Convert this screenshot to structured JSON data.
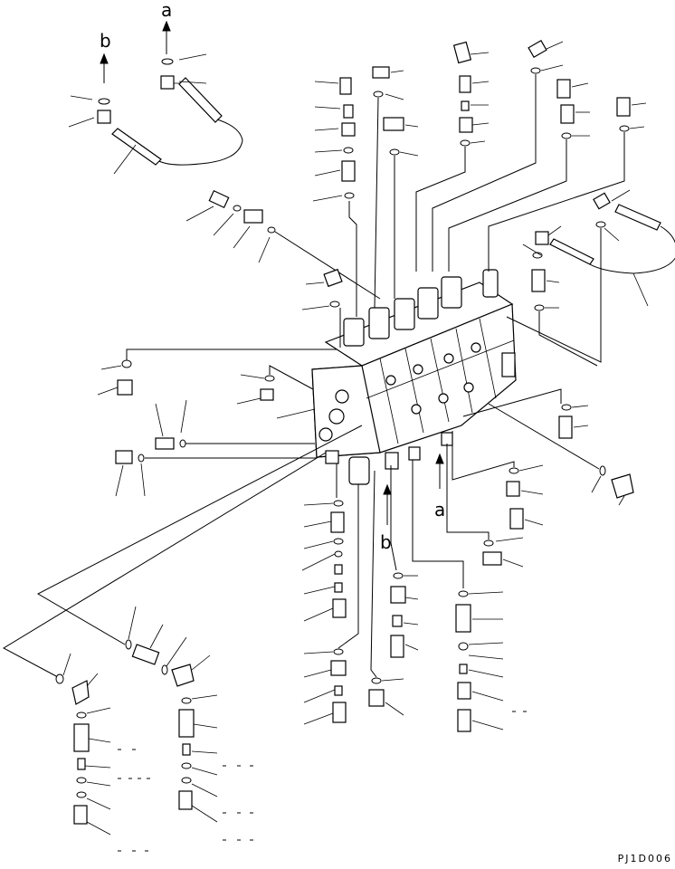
{
  "figure": {
    "code": "PJ1D006",
    "port_labels": [
      {
        "id": "a-top",
        "text": "a"
      },
      {
        "id": "b-top",
        "text": "b"
      },
      {
        "id": "a-bottom",
        "text": "a"
      },
      {
        "id": "b-bottom",
        "text": "b"
      }
    ]
  }
}
